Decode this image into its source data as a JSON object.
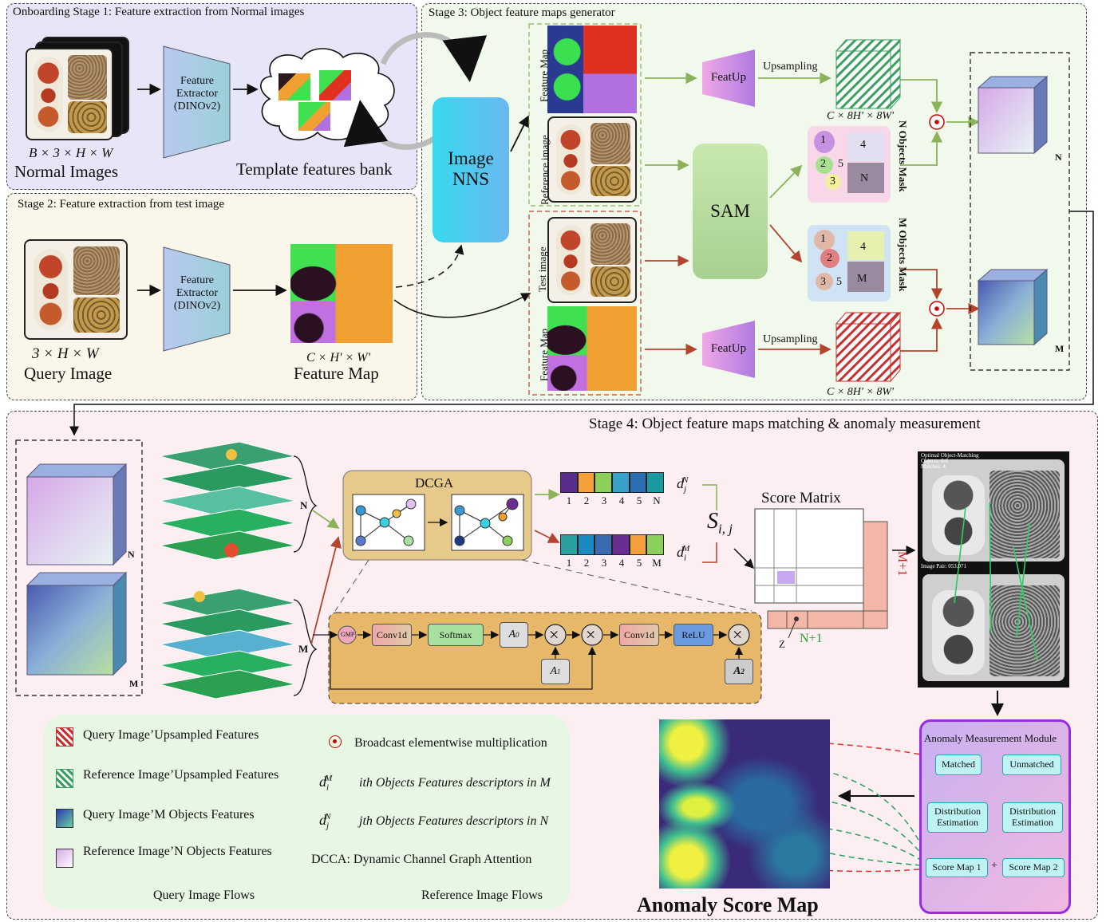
{
  "stage1": {
    "title": "Onboarding Stage 1: Feature extraction from Normal images",
    "extractor": "Feature Extractor (DINOv2)",
    "dims": "B × 3 × H × W",
    "images_label": "Normal Images",
    "bank_label": "Template features bank"
  },
  "stage2": {
    "title": "Stage 2: Feature extraction from test image",
    "extractor": "Feature Extractor (DINOv2)",
    "dims": "3 × H × W",
    "image_label": "Query Image",
    "fmap_dims": "C × H' × W'",
    "fmap_label": "Feature Map"
  },
  "stage3": {
    "title": "Stage 3: Object feature maps generator",
    "nns": "Image NNS",
    "feature_map_label": "Feature Map",
    "reference_image_label": "Reference image",
    "test_image_label": "Test image",
    "feature_map_label2": "Feature Map",
    "featup": "FeatUp",
    "upsampling": "Upsampling",
    "up_dims": "C × 8H' × 8W'",
    "sam": "SAM",
    "n_mask_label": "N Objects Mask",
    "m_mask_label": "M Objects Mask",
    "n_mask_ids": [
      "1",
      "4",
      "2",
      "5",
      "3",
      "N"
    ],
    "m_mask_ids": [
      "1",
      "4",
      "2",
      "3",
      "5",
      "M"
    ],
    "n": "N",
    "m": "M"
  },
  "stage4": {
    "title": "Stage 4: Object feature maps matching & anomaly measurement",
    "dcga": "DCGA",
    "n": "N",
    "m": "M",
    "dN_label": "d",
    "dN_sub": "j",
    "dN_sup": "N",
    "dM_label": "d",
    "dM_sub": "i",
    "dM_sup": "M",
    "s_label": "S",
    "s_sub": "i, j",
    "n_ticks": [
      "1",
      "2",
      "3",
      "4",
      "5",
      "N"
    ],
    "m_ticks": [
      "1",
      "2",
      "3",
      "4",
      "5",
      "M"
    ],
    "n_colors": [
      "#5a2d8c",
      "#f5a03a",
      "#8ccf5a",
      "#3aa0c8",
      "#2a6fb0",
      "#1a9aa0"
    ],
    "m_colors": [
      "#2aa0a0",
      "#1a8ac0",
      "#3a6ab0",
      "#6a2d90",
      "#f5a03a",
      "#8ccf5a"
    ],
    "score_matrix": "Score Matrix",
    "m_plus": "M+1",
    "n_plus": "N+1",
    "z": "Z",
    "ops": {
      "gmp": "GMP",
      "conv1": "Conv1d",
      "softmax": "Softmax",
      "a0": "A",
      "a0_sub": "0",
      "a1": "A",
      "a1_sub": "1",
      "conv2": "Conv1d",
      "relu": "ReLU",
      "a2": "A",
      "a2_sub": "2",
      "times": "×"
    },
    "match_header": [
      "Optimal Object-Matching",
      "Objects: 6:6",
      "Matches: 4"
    ],
    "image_pair": "Image Pair: 053.071",
    "amm_title": "Anomaly Measurement Module",
    "matched": "Matched",
    "unmatched": "Unmatched",
    "dist1": "Distribution Estimation",
    "dist2": "Distribution Estimation",
    "score1": "Score Map 1",
    "plus": "+",
    "score2": "Score Map 2",
    "anomaly_label": "Anomaly Score Map"
  },
  "legend": {
    "q_up": "Query Image’Upsampled Features",
    "r_up": "Reference Image’Upsampled Features",
    "q_m": "Query Image’M Objects Features",
    "r_n": "Reference Image’N Objects Features",
    "q_flow": "Query Image Flows",
    "r_flow": "Reference Image Flows",
    "broadcast": "Broadcast elementwise multiplication",
    "dM_text": "ith Objects Features descriptors in M",
    "dN_text": "jth Objects Features descriptors in N",
    "dcca": "DCCA: Dynamic Channel Graph Attention",
    "dM_sym": "d",
    "dM_sub": "i",
    "dM_sup": "M",
    "dN_sym": "d",
    "dN_sub": "j",
    "dN_sup": "N"
  },
  "colors": {
    "query_flow": "#b5442e",
    "reference_flow": "#8cb25a",
    "stage1_bg": "#e6e6f8",
    "stage2_bg": "#fbf6ea",
    "stage3_bg": "#f1f9ec",
    "stage4_bg": "#fdeef1",
    "dcga_bg": "#e7c98a",
    "amm_border": "#9a2be0"
  }
}
